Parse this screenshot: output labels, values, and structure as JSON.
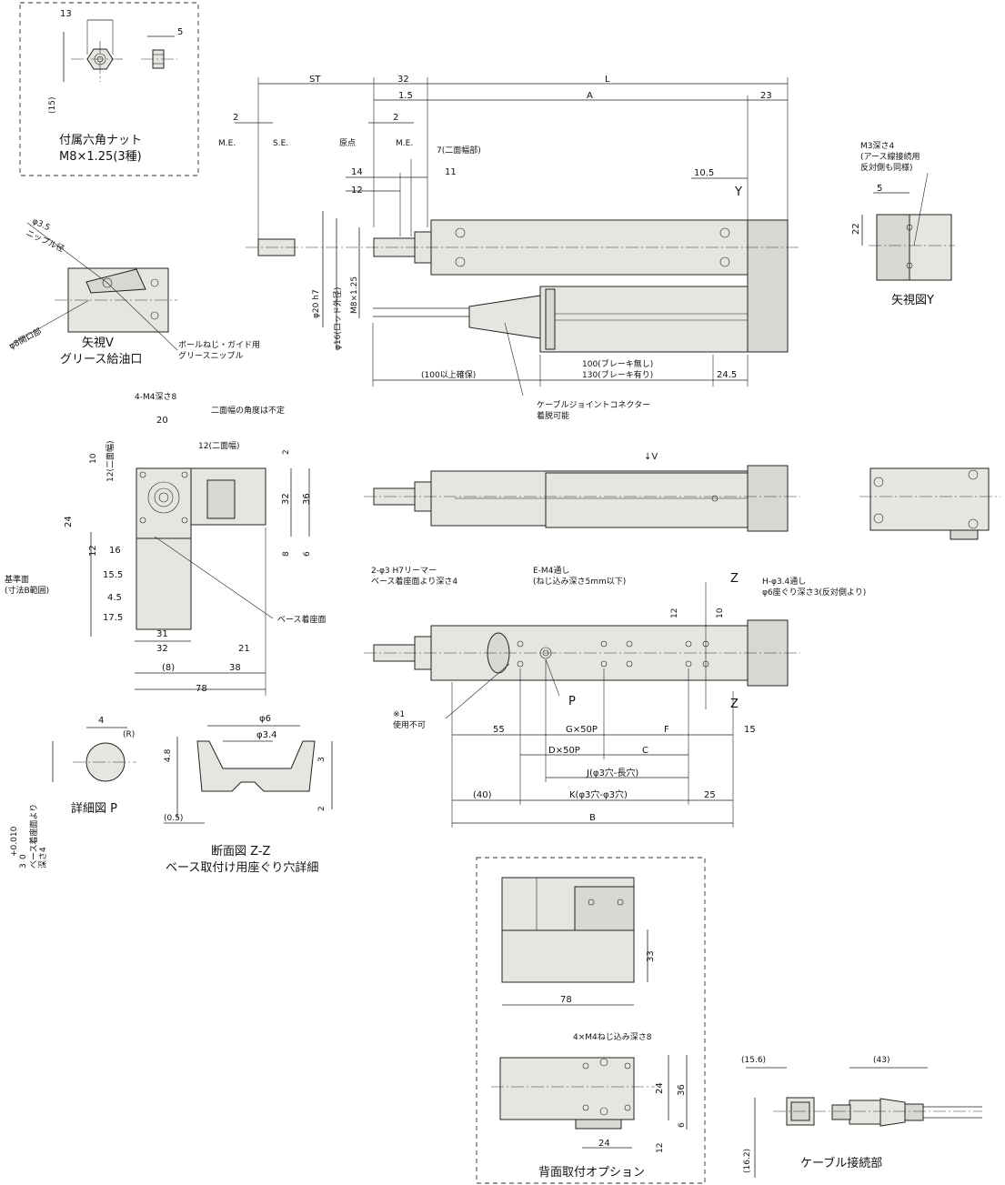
{
  "dims": {
    "nut_13": "13",
    "nut_5": "5",
    "nut_15": "(15)",
    "st": "ST",
    "d32": "32",
    "L": "L",
    "A": "A",
    "d15a": "1.5",
    "d23": "23",
    "d2a": "2",
    "d2b": "2",
    "me1": "M.E.",
    "se": "S.E.",
    "origin": "原点",
    "me2": "M.E.",
    "flats7": "7(二面幅部)",
    "d14": "14",
    "d11": "11",
    "d12a": "12",
    "d105": "10.5",
    "dia20": "φ20 h7",
    "m8": "M8×1.25",
    "dia16": "φ16(ロッド外径)",
    "d100ok": "(100以上確保)",
    "brake_no": "100(ブレーキ無し)",
    "brake_yes": "130(ブレーキ有り)",
    "d245": "24.5",
    "m3": "M3深さ4",
    "m3b": "(アース線接続用",
    "m3c": "反対側も同様)",
    "y5": "5",
    "y22": "22",
    "nip35": "φ3.5",
    "nip_dia": "ニップル径",
    "port8": "φ8開口部",
    "m4x8": "4-M4深さ8",
    "w20": "20",
    "flats_angle": "二面幅の角度は不定",
    "w12flat": "12(二面幅)",
    "v10": "10",
    "v12fl": "12(二面幅)",
    "v2a": "2",
    "v32": "32",
    "v36": "36",
    "v24": "24",
    "v12": "12",
    "v8": "8",
    "v6": "6",
    "v16": "16",
    "v155": "15.5",
    "v45": "4.5",
    "v175": "17.5",
    "v31": "31",
    "v32b": "32",
    "v21": "21",
    "v8p": "(8)",
    "v38": "38",
    "v78": "78",
    "ref_face": "基準面",
    "ref_range": "(寸法B範囲)",
    "base_face": "ベース着座面",
    "phi3": "2-φ3 H7リーマー",
    "phi3b": "ベース着座面より深さ4",
    "em4": "E-M4通し",
    "em4b": "(ねじ込み深さ5mm以下)",
    "h34": "H-φ3.4通し",
    "h34b": "φ6座ぐり深さ3(反対側より)",
    "b12": "12",
    "b10": "10",
    "note1": "※1",
    "note1b": "使用不可",
    "b55": "55",
    "g50": "G×50P",
    "bF": "F",
    "b15": "15",
    "d50": "D×50P",
    "bC": "C",
    "bJ": "J(φ3穴-長穴)",
    "b40": "(40)",
    "bK": "K(φ3穴-φ3穴)",
    "b25": "25",
    "bB": "B",
    "p4": "4",
    "pR": "(R)",
    "p3": "3",
    "ptol": "+0.010",
    "ptol0": "0",
    "pdepth": "ベース着座面より",
    "pdepth2": "深さ4",
    "z6": "φ6",
    "z34": "φ3.4",
    "z48": "4.8",
    "z3": "3",
    "z2": "2",
    "z05": "(0.5)",
    "r33": "33",
    "r78": "78",
    "r4m4": "4×M4ねじ込み深さ8",
    "r24": "24",
    "r36": "36",
    "r6": "6",
    "r24b": "24",
    "r12": "12",
    "c156": "(15.6)",
    "c43": "(43)",
    "c162": "(16.2)"
  },
  "labels": {
    "nut_title": "付属六角ナット",
    "nut_spec": "M8×1.25(3種)",
    "view_v": "矢視V",
    "grease": "グリース給油口",
    "nipple": "ボールねじ・ガイド用",
    "nipple2": "グリースニップル",
    "connector": "ケーブルジョイントコネクター",
    "connector2": "着脱可能",
    "view_y": "矢視図Y",
    "arrow_v": "↓V",
    "detail_p": "詳細図 P",
    "section_z": "断面図 Z-Z",
    "section_z2": "ベース取付け用座ぐり穴詳細",
    "rear_option": "背面取付オプション",
    "cable_conn": "ケーブル接続部",
    "Y": "Y",
    "Z1": "Z",
    "Z2": "Z",
    "P": "P"
  }
}
